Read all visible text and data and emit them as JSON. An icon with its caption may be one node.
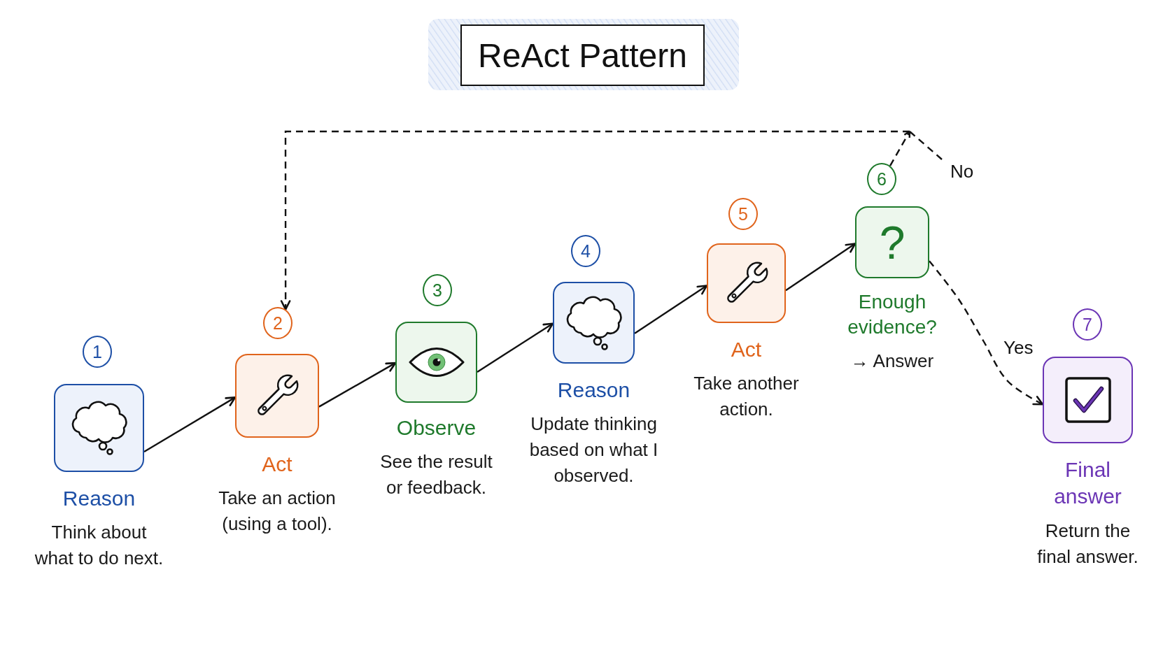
{
  "diagram": {
    "title": "ReAct Pattern",
    "nodes": [
      {
        "text": [
          "1"
        ]
      },
      {
        "text": [
          "Reason",
          "Think about what to do next."
        ]
      },
      {
        "text": [
          "2"
        ]
      },
      {
        "text": [
          "Act",
          "Take an action (using a tool)."
        ]
      },
      {
        "text": [
          "3"
        ]
      },
      {
        "text": [
          "Observe",
          "See the result or feedback."
        ]
      },
      {
        "text": [
          "4"
        ]
      },
      {
        "text": [
          "Reason",
          "Update thinking based on what I observed."
        ]
      },
      {
        "text": [
          "5"
        ]
      },
      {
        "text": [
          "Act",
          "Take another action."
        ]
      },
      {
        "text": [
          "6"
        ]
      },
      {
        "text": [
          "?",
          "Enough evidence?",
          "→ Answer"
        ]
      },
      {
        "text": [
          "7"
        ]
      },
      {
        "text": [
          "Final answer",
          "Return the final answer."
        ]
      }
    ],
    "edges": [
      {
        "from": 1,
        "to": 3,
        "arrow": "to"
      },
      {
        "from": 3,
        "to": 5,
        "arrow": "to"
      },
      {
        "from": 5,
        "to": 7,
        "arrow": "to"
      },
      {
        "from": 7,
        "to": 9,
        "arrow": "to"
      },
      {
        "from": 9,
        "to": 11,
        "arrow": "to"
      },
      {
        "from": 11,
        "to": 13,
        "arrow": "to",
        "label": "Yes",
        "style": "dashed"
      },
      {
        "from": 10,
        "to": 2,
        "arrow": "to",
        "label": "No",
        "style": "dashed"
      }
    ]
  }
}
